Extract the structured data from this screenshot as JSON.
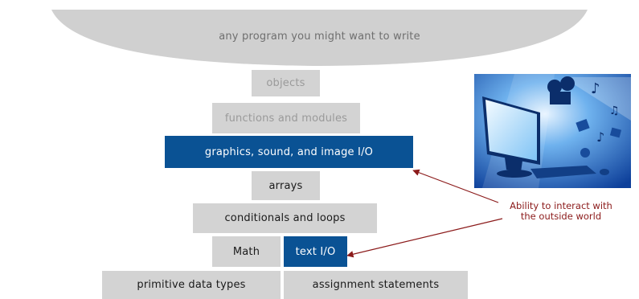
{
  "bowl": {
    "label": "any program you might want to write"
  },
  "stack": {
    "objects": "objects",
    "functions": "functions and modules",
    "graphics": "graphics, sound, and image I/O",
    "arrays": "arrays",
    "conditionals": "conditionals and loops",
    "math": "Math",
    "textio": "text I/O",
    "primitive": "primitive data types",
    "assignment": "assignment statements"
  },
  "annotation": {
    "line1": "Ability to interact with",
    "line2": "the outside world"
  },
  "colors": {
    "block_gray": "#d3d3d3",
    "block_blue": "#0a5294",
    "bowl": "#d0d0d0",
    "annotation": "#8b1a1a"
  },
  "image": {
    "icon": "multimedia-computer-picture"
  }
}
